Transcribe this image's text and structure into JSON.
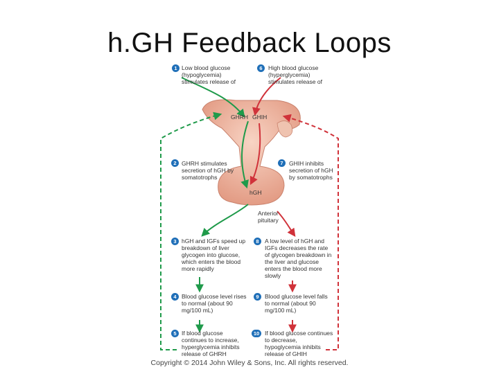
{
  "title": "h.GH Feedback Loops",
  "footer": "Copyright © 2014 John Wiley & Sons, Inc. All rights reserved.",
  "labels": {
    "ghrh": "GHRH",
    "ghih": "GHIH",
    "hgh": "hGH",
    "anterior_pituitary": "Anterior pituitary"
  },
  "steps": [
    {
      "num": "1",
      "text": "Low blood glucose (hypoglycemia) stimulates release of"
    },
    {
      "num": "2",
      "text": "GHRH stimulates secretion of hGH by somatotrophs"
    },
    {
      "num": "3",
      "text": "hGH and IGFs speed up breakdown of liver glycogen into glucose, which enters the blood more rapidly"
    },
    {
      "num": "4",
      "text": "Blood glucose level rises to normal (about 90 mg/100 mL)"
    },
    {
      "num": "5",
      "text": "If blood glucose continues to increase, hyperglycemia inhibits release of GHRH"
    },
    {
      "num": "6",
      "text": "High blood glucose (hyperglycemia) stimulates release of"
    },
    {
      "num": "7",
      "text": "GHIH inhibits secretion of hGH by somatotrophs"
    },
    {
      "num": "8",
      "text": "A low level of hGH and IGFs decreases the rate of glycogen breakdown in the liver and glucose enters the blood more slowly"
    },
    {
      "num": "9",
      "text": "Blood glucose level falls to normal (about 90 mg/100 mL)"
    },
    {
      "num": "10",
      "text": "If blood glucose continues to decrease, hypoglycemia inhibits release of GHIH"
    }
  ],
  "colors": {
    "green_arrow": "#1f9a4a",
    "red_arrow": "#d0323a",
    "badge": "#1f6fb8",
    "gland": "#f1b9a3"
  }
}
